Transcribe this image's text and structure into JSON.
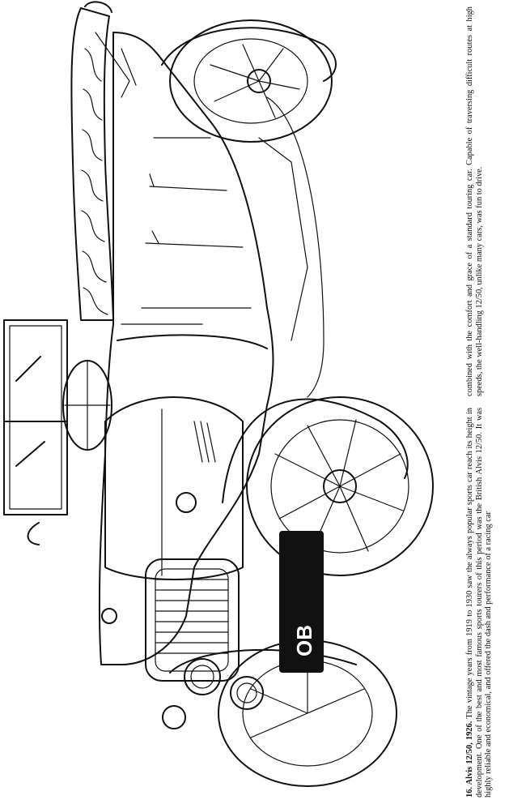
{
  "caption": {
    "title": "16. Alvis 12/50, 1926.",
    "column1": "The vintage years from 1919 to 1930 saw the always popular sports car reach its height in development. One of the best and most famous sports tourers of this period was the British Alvis 12/50. It was highly reliable and economical, and offered the dash and performance of a racing car",
    "column2": "combined with the comfort and grace of a standard touring car. Capable of traversing difficult routes at high speeds, the well-handling 12/50, unlike many cars, was fun to drive."
  },
  "plate": {
    "text": "OB"
  }
}
